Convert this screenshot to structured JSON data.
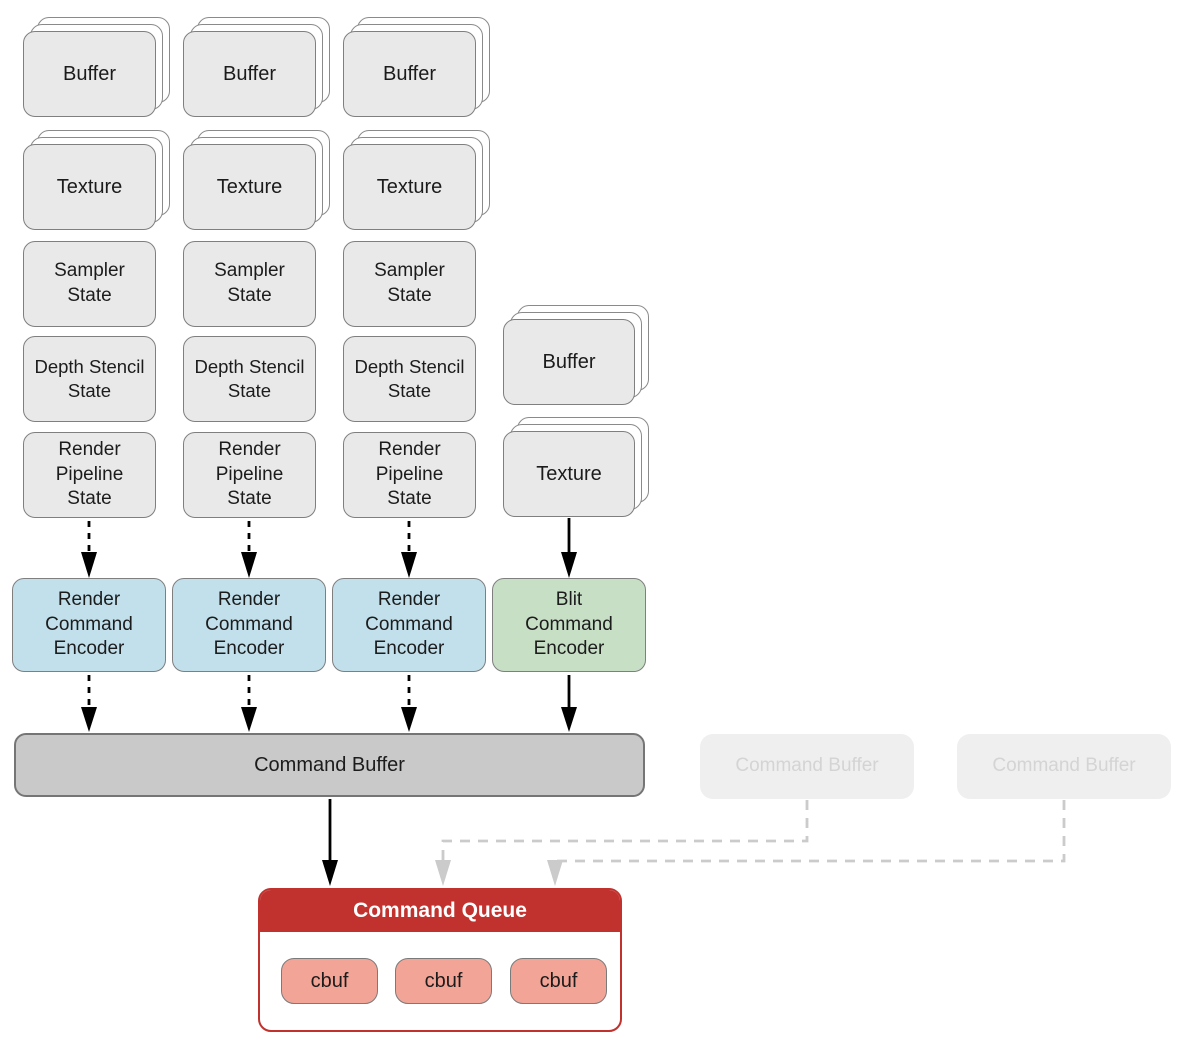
{
  "resources": {
    "columns": [
      {
        "cards": [
          {
            "label": "Buffer",
            "stacked": true
          },
          {
            "label": "Texture",
            "stacked": true
          },
          {
            "label": "Sampler\nState",
            "stacked": false
          },
          {
            "label": "Depth Stencil\nState",
            "stacked": false
          },
          {
            "label": "Render\nPipeline\nState",
            "stacked": false
          }
        ]
      },
      {
        "cards": [
          {
            "label": "Buffer",
            "stacked": true
          },
          {
            "label": "Texture",
            "stacked": true
          },
          {
            "label": "Sampler\nState",
            "stacked": false
          },
          {
            "label": "Depth Stencil\nState",
            "stacked": false
          },
          {
            "label": "Render\nPipeline\nState",
            "stacked": false
          }
        ]
      },
      {
        "cards": [
          {
            "label": "Buffer",
            "stacked": true
          },
          {
            "label": "Texture",
            "stacked": true
          },
          {
            "label": "Sampler\nState",
            "stacked": false
          },
          {
            "label": "Depth Stencil\nState",
            "stacked": false
          },
          {
            "label": "Render\nPipeline\nState",
            "stacked": false
          }
        ]
      },
      {
        "cards": [
          {
            "label": "Buffer",
            "stacked": true
          },
          {
            "label": "Texture",
            "stacked": true
          }
        ]
      }
    ]
  },
  "encoders": [
    {
      "label": "Render\nCommand\nEncoder",
      "type": "render",
      "fill": "#c1e0eb"
    },
    {
      "label": "Render\nCommand\nEncoder",
      "type": "render",
      "fill": "#c1e0eb"
    },
    {
      "label": "Render\nCommand\nEncoder",
      "type": "render",
      "fill": "#c1e0eb"
    },
    {
      "label": "Blit\nCommand\nEncoder",
      "type": "blit",
      "fill": "#c7dfc5"
    }
  ],
  "command_buffer": {
    "label": "Command Buffer",
    "fill": "#c9c9c9"
  },
  "pending_command_buffers": [
    {
      "label": "Command Buffer"
    },
    {
      "label": "Command Buffer"
    }
  ],
  "command_queue": {
    "title": "Command Queue",
    "header_color": "#c1322e",
    "item_fill": "#f2a496",
    "items": [
      {
        "label": "cbuf"
      },
      {
        "label": "cbuf"
      },
      {
        "label": "cbuf"
      }
    ]
  },
  "palette": {
    "card_fill": "#e9e9e9",
    "card_border": "#7f7f7f",
    "render_encoder_fill": "#c1e0eb",
    "blit_encoder_fill": "#c7dfc5",
    "command_buffer_fill": "#c9c9c9",
    "pending_fill": "#efefef",
    "pending_text": "#d4d4d4",
    "queue_red": "#c1322e",
    "cbuf_fill": "#f2a496",
    "arrow_black": "#000000",
    "arrow_gray": "#cbcbcb"
  }
}
